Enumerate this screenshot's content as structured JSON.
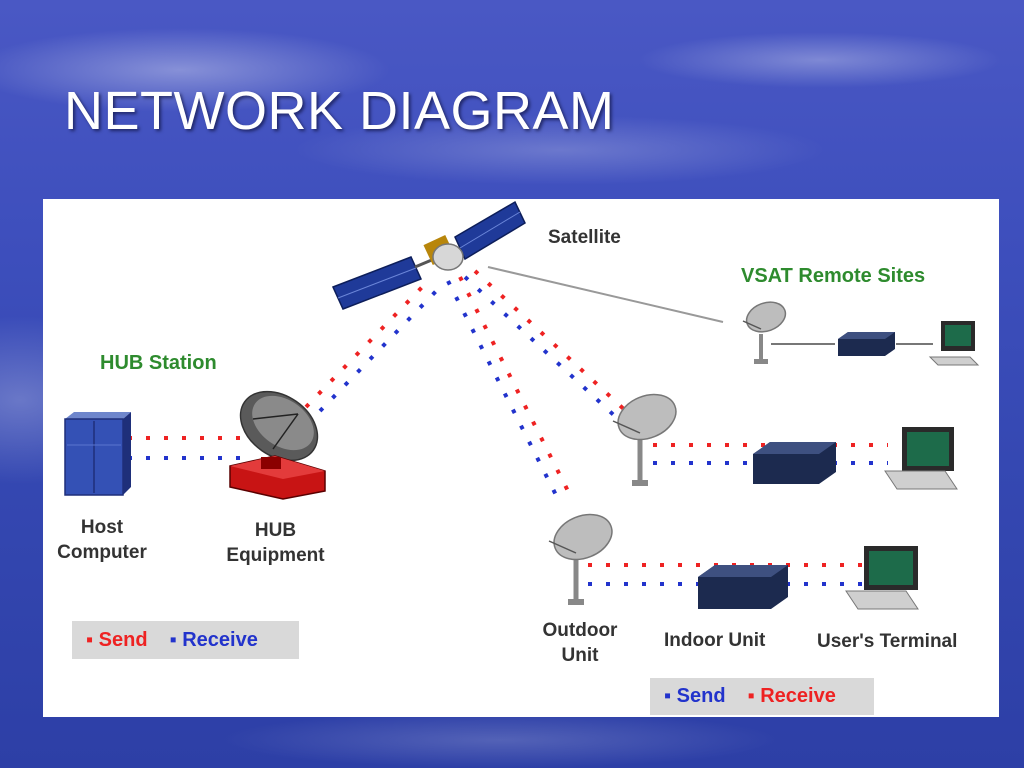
{
  "slide": {
    "title": "NETWORK DIAGRAM"
  },
  "diagram": {
    "satellite_label": "Satellite",
    "vsat_label": "VSAT Remote Sites",
    "hub_station_label": "HUB Station",
    "host_computer_label": [
      "Host",
      "Computer"
    ],
    "hub_equipment_label": [
      "HUB",
      "Equipment"
    ],
    "outdoor_unit_label": [
      "Outdoor",
      "Unit"
    ],
    "indoor_unit_label": "Indoor Unit",
    "users_terminal_label": "User's Terminal",
    "legend_hub": {
      "send": "Send",
      "receive": "Receive"
    },
    "legend_remote": {
      "send": "Send",
      "receive": "Receive"
    },
    "colors": {
      "send_hub": "#ee2222",
      "receive_hub": "#2233cc",
      "label_green": "#2e8b2e"
    }
  }
}
